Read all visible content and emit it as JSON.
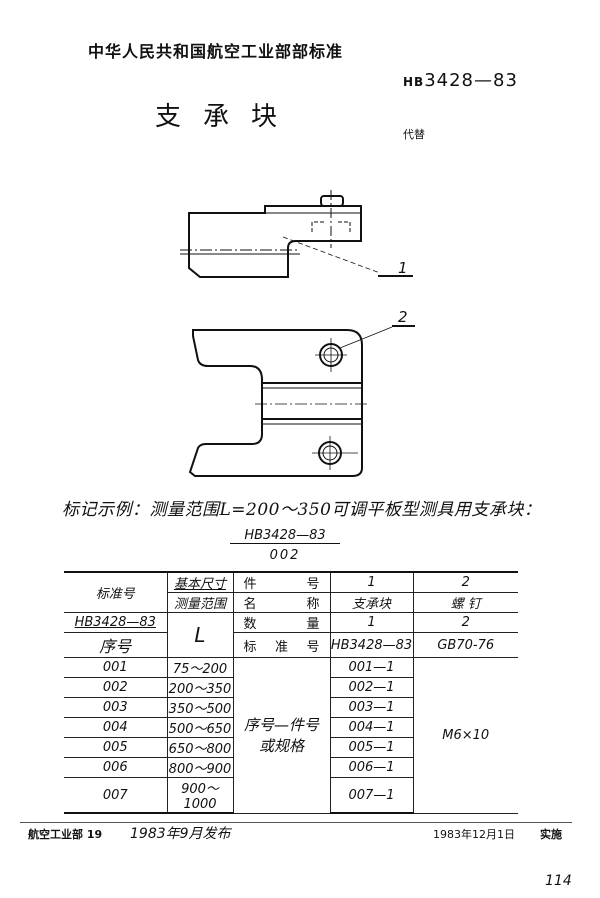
{
  "header": {
    "organization": "中华人民共和国航空工业部部标准",
    "standard_prefix": "HB",
    "standard_number": "3428—83",
    "title": "支承块",
    "replace_label": "代替"
  },
  "drawing": {
    "callouts": [
      "1",
      "2"
    ],
    "views": [
      "side-view",
      "top-view"
    ]
  },
  "marking_example": {
    "text": "标记示例：测量范围L=200～350可调平板型测具用支承块：",
    "numerator": "HB3428—83",
    "denominator": "002"
  },
  "table": {
    "header": {
      "standard_no_label": "标准号",
      "standard_no_value": "HB3428—83",
      "seq_label": "序号",
      "basic_size_label": "基本尺寸",
      "range_label": "测量范围",
      "range_symbol": "L",
      "part_no_label": [
        "件",
        "号"
      ],
      "name_label": [
        "名",
        "称"
      ],
      "qty_label": [
        "数",
        "量"
      ],
      "std_label": [
        "标",
        "准",
        "号"
      ],
      "parts": [
        {
          "part_no": "1",
          "name": "支承块",
          "qty": "1",
          "standard": "HB3428—83"
        },
        {
          "part_no": "2",
          "name": "螺  钉",
          "qty": "2",
          "standard": "GB70-76"
        }
      ]
    },
    "merged_note": [
      "序号—件号",
      "或规格"
    ],
    "screw_spec": "M6×10",
    "rows": [
      {
        "seq": "001",
        "range": "75～200",
        "part1": "001—1"
      },
      {
        "seq": "002",
        "range": "200～350",
        "part1": "002—1"
      },
      {
        "seq": "003",
        "range": "350～500",
        "part1": "003—1"
      },
      {
        "seq": "004",
        "range": "500～650",
        "part1": "004—1"
      },
      {
        "seq": "005",
        "range": "650～800",
        "part1": "005—1"
      },
      {
        "seq": "006",
        "range": "800～900",
        "part1": "006—1"
      },
      {
        "seq": "007",
        "range": "900～1000",
        "part1": "007—1"
      }
    ]
  },
  "footer": {
    "issuer": "航空工业部 19",
    "issued": "1983年9月发布",
    "effective_date": "1983年12月1日",
    "effective_label": "实施",
    "page_number": "114"
  }
}
